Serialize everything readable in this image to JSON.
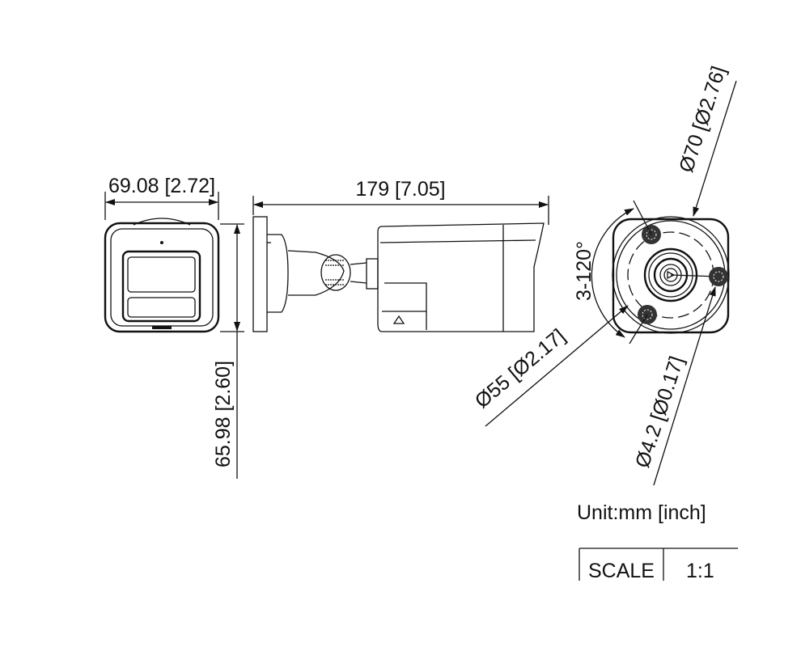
{
  "dimensions": {
    "front_width": "69.08 [2.72]",
    "height": "65.98 [2.60]",
    "length": "179 [7.05]",
    "outer_diameter": "Ø70 [Ø2.76]",
    "hole_circle_diameter": "Ø55 [Ø2.17]",
    "hole_diameter": "Ø4.2 [Ø0.17]",
    "hole_angle": "3-120°"
  },
  "unit_label": "Unit:mm [inch]",
  "scale_table": {
    "label": "SCALE",
    "value": "1:1"
  }
}
